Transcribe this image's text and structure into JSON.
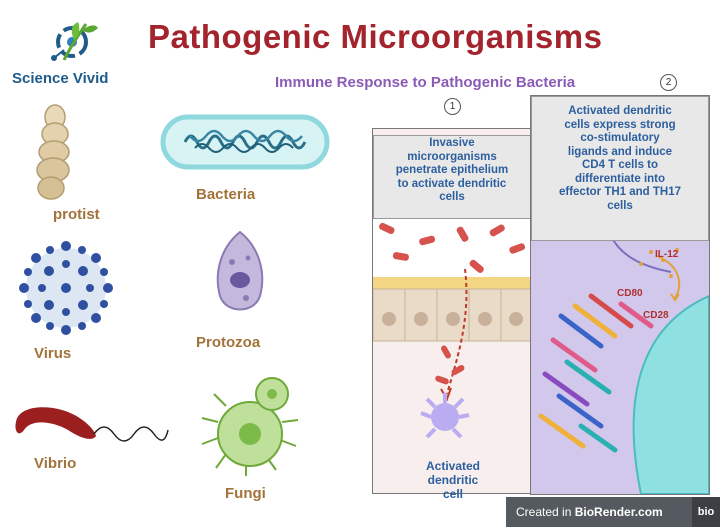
{
  "title": "Pathogenic  Microorganisms",
  "brand": "Science Vivid",
  "subtitle": "Immune Response to Pathogenic Bacteria",
  "organisms": {
    "protist": "protist",
    "bacteria": "Bacteria",
    "virus": "Virus",
    "protozoa": "Protozoa",
    "vibrio": "Vibrio",
    "fungi": "Fungi"
  },
  "panel1": {
    "number": "1",
    "text_lines": [
      "Invasive",
      "microorganisms",
      "penetrate epithelium",
      "to activate dendritic",
      "cells"
    ],
    "caption_lines": [
      "Activated",
      "dendritic",
      "cell"
    ]
  },
  "panel2": {
    "number": "2",
    "text_lines": [
      "Activated dendritic",
      "cells express strong",
      "co-stimulatory",
      "ligands and induce",
      "CD4 T cells to",
      "differentiate into",
      "effector TH1 and TH17",
      "cells"
    ],
    "labels": {
      "il12": "IL-12",
      "cd80": "CD80",
      "cd28": "CD28"
    }
  },
  "footer": {
    "created": "Created in ",
    "brand": "BioRender.com",
    "badge": "bio"
  },
  "colors": {
    "title": "#a3242c",
    "brand": "#1f5c8a",
    "subtitle": "#8a5bb5",
    "label": "#a2733a",
    "box_text": "#2d5f9e"
  }
}
